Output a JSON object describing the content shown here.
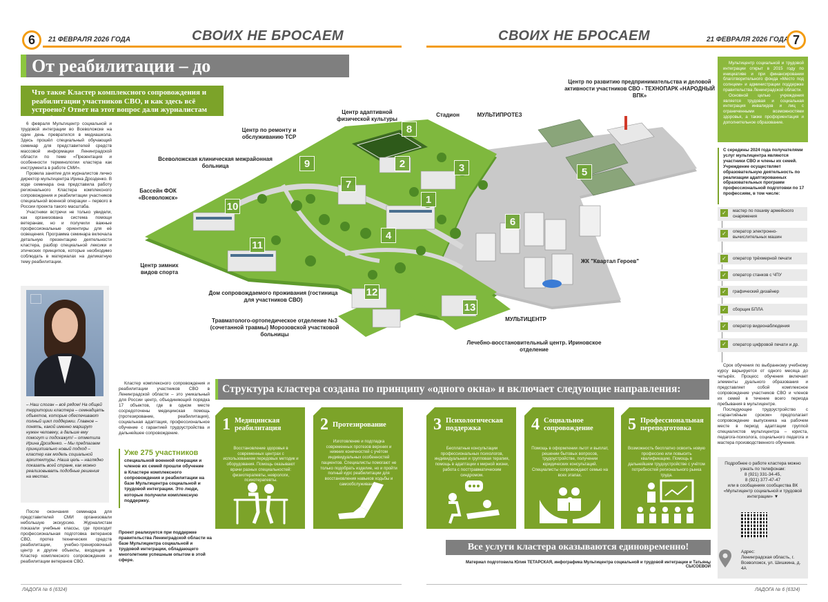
{
  "header": {
    "left_page": "6",
    "right_page": "7",
    "date": "21 ФЕВРАЛЯ 2026 ГОДА",
    "section_title": "СВОИХ НЕ БРОСАЕМ"
  },
  "banner": "От реабилитации – до трудоустройства",
  "subhead": "Что такое Кластер комплексного сопровождения и реабилитации участников СВО, и как здесь всё устроено? Ответ на этот вопрос дали журналистам Ленобласти.",
  "article": {
    "col1": [
      "6 февраля Мультицентр социальной и трудовой интеграции во Всеволожске на один день превратился в медиашкола. Здесь прошёл специальный обучающий семинар для представителей средств массовой информации Ленинградской области по теме «Презентация и особенности терминологии кластера как инструмента в работе СМИ».",
      "Провела занятие для журналистов лично директор мультицентра Ирина Дроздeнко. В ходе семинара она представила работу регионального Кластера комплексного сопровождения и реабилитации участников специальной военной операции – первого в России проекта такого масштаба.",
      "Участники встречи не только увидели, как организована система помощи ветеранам, но и получили важные профессиональные ориентиры для её освещения. Программа семинара включала детальную презентацию деятельности кластера, разбор специальной лексики и этических принципов, которые необходимо соблюдать в материалах на деликатную тему реабилитации."
    ],
    "col1_bottom": "После окончания семинара для представителей СМИ организовали небольшую экскурсию. Журналистам показали учебные классы, где проходит профессиональная подготовка ветеранов СВО, протез технических средств реабилитации, учебно-тренировочный центр и другие объекты, входящие в Кластер комплексного сопровождения и реабилитации ветеранов СВО.",
    "col2": "Кластер комплексного сопровождения и реабилитации участников СВО в Ленинградской области – это уникальный для России центр, объединяющий порядка 17 объектов, где в одном месте сосредоточены медицинская помощь (протезирование, реабилитация), социальная адаптация, профессиональное обучение с гарантией трудоустройства и дальнейшее сопровождение."
  },
  "quote": "– Наш слоган – всё рядом! На общей территории кластера – семнадцать объектов, которые обеспечивают полный цикл поддержки. Главное – понять, какой именно маршрут нужен человеку, а дальше ему помогут и подскажут! – отметила Ирина Дроздeнко. – Мы предлагаем принципиально новый подход – кластер как модель социальной архитектуры. Наша цель – наглядно показать всей стране, как можно реализовывать подобные решения на местах.",
  "stat": {
    "big": "Уже 275 участников",
    "body": "специальной военной операции и членов их семей прошли обучение в Кластере комплексного сопровождения и реабилитации на базе Мультицентра социальной и трудовой интеграции. Это люди, которые получили комплексную поддержку."
  },
  "project_note": "Проект реализуется при поддержке правительства Ленинградской области на базе Мультицентра социальной и трудовой интеграции, обладающего многолетним успешным опытом в этой сфере.",
  "map": {
    "labels": {
      "l1": "Центр по развитию предпринимательства и деловой активности участников СВО - ТЕХНОПАРК «НАРОДНЫЙ ВПК»",
      "l2": "Центр адаптивной физической культуры",
      "l3": "Стадион",
      "l4": "МУЛЬТИПРОТЕЗ",
      "l5": "Центр по ремонту и обслуживанию ТСР",
      "l6": "Всеволожская клиническая межрайонная больница",
      "l7": "Бассейн ФОК «Всеволожск»",
      "l8": "ЖК \"Квартал Героев\"",
      "l9": "Центр зимних видов спорта",
      "l10": "Дом сопровождаемого проживания (гостиница для участников СВО)",
      "l11": "Травматолого-ортопедическое отделение №3 (сочетанной травмы) Морозовской участковой больницы",
      "l12": "МУЛЬТИЦЕНТР",
      "l13": "Лечебно-восстановительный центр. Ириновское отделение"
    },
    "badges": [
      "1",
      "2",
      "3",
      "4",
      "5",
      "6",
      "7",
      "8",
      "9",
      "10",
      "11",
      "12",
      "13"
    ]
  },
  "right_info": [
    "Мультицентр социальной и трудовой интеграции открыт в 2015 году по инициативе и при финансировании благотворительного фонда «Место под солнцем» и администрации поддержке правительства Ленинградской области.",
    "Основной целью учреждения является трудовая и социальная интеграция инвалидов и лиц с ограниченными возможностями здоровья, а также профориентация и дополнительное образование."
  ],
  "right_head": "С середины 2024 года получателями услуг мультицентра являются участники СВО и члены их семей. Учреждение осуществляет образовательную деятельность по реализации адаптированных образовательных программ профессиональной подготовки по 17 профессиям, в том числе:",
  "professions": [
    "мастер по пошиву армейского снаряжения",
    "оператор электронно-вычислительных машин",
    "оператор трёхмерной печати",
    "оператор станков с ЧПУ",
    "графический дизайнер",
    "сборщик БПЛА",
    "оператор видеонаблюдения",
    "оператор цифровой печати и др."
  ],
  "right_text": [
    "Срок обучения по выбранному учебному курсу варьируется от одного месяца до четырёх. Процесс обучения включает элементы дуального образования и представляет собой комплексное сопровождение участников СВО и членов их семей в течение всего периода пребывания в мультицентре.",
    "Последующее трудоустройство с «гарантийным сроком» предполагает сопровождение выпускника на рабочем месте в период адаптации группой специалистов мультицентра – юриста, педагога-психолога, социального педагога и мастера производственного обучения."
  ],
  "contact": {
    "text": "Подробнее о работе кластера можно узнать по телефонам:",
    "phone1": "8 (921) 331-34-45,",
    "phone2": "8 (921) 377-47-47",
    "after": "или в сообщениях сообщества ВК «Мультицентр социальной и трудовой интеграции» ▼",
    "addr_label": "Адрес:",
    "addr": "Ленинградская область, г. Всеволожск, ул. Шишкина, д. 4А"
  },
  "structure_title": "Структура кластера создана по принципу «одного окна» и включает следующие направления:",
  "directions": [
    {
      "num": "1",
      "title": "Медицинская реабилитация",
      "desc": "Восстановление здоровья в современных центрах с использованием передовых методик и оборудования. Помощь оказывают врачи разных специальностей: физиотерапевты, неврологи, психотерапевты."
    },
    {
      "num": "2",
      "title": "Протезирование",
      "desc": "Изготовление и подгладка современных протезов верхних и нижних конечностей с учётом индивидуальных особенностей пациентов. Специалисты помогают не только подобрать изделие, но и пройти полный курс реабилитации для восстановления навыков ходьбы и самообслуживания."
    },
    {
      "num": "3",
      "title": "Психологическая поддержка",
      "desc": "Бесплатные консультации профессиональных психологов, индивидуальная и групповая терапия, помощь в адаптации к мирной жизни, работа с посттравматическим синдромом."
    },
    {
      "num": "4",
      "title": "Социальное сопровождение",
      "desc": "Помощь в оформлении льгот и выплат, решении бытовых вопросов, трудоустройстве, получении юридических консультаций. Специалисты сопровождают семью на всех этапах."
    },
    {
      "num": "5",
      "title": "Профессиональная переподготовка",
      "desc": "Возможность бесплатно освоить новую профессию или повысить квалификацию. Помощь в дальнейшем трудоустройстве с учётом потребностей регионального рынка труда."
    }
  ],
  "all_services": "Все услуги кластера оказываются единовременно!",
  "credit": "Материал подготовила Юлия ТЕТАРСКАЯ, инфографика Мультицентра социальной и трудовой интеграции и Татьяны СЫСОЕВОЙ",
  "footer": "ЛАДОГА № 6 (6324)",
  "colors": {
    "accent": "#7ca329",
    "orange": "#f39c12",
    "gray": "#7f7f7f"
  }
}
